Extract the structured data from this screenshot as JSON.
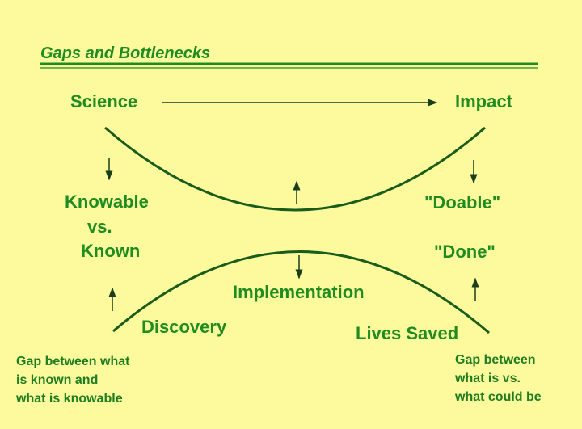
{
  "title": "Gaps and Bottlenecks",
  "nodes": {
    "science": "Science",
    "impact": "Impact",
    "knowable": "Knowable",
    "vs": "vs.",
    "known": "Known",
    "doable": "\"Doable\"",
    "done": "\"Done\"",
    "implementation": "Implementation",
    "discovery": "Discovery",
    "lives_saved": "Lives Saved"
  },
  "notes": {
    "left": [
      "Gap between what",
      "is known and",
      "what is knowable"
    ],
    "right": [
      "Gap between",
      "what is vs.",
      "what could be"
    ]
  },
  "colors": {
    "background": "#fdfa9e",
    "text": "#1f8c1f",
    "lines": "#1a5c1a"
  }
}
